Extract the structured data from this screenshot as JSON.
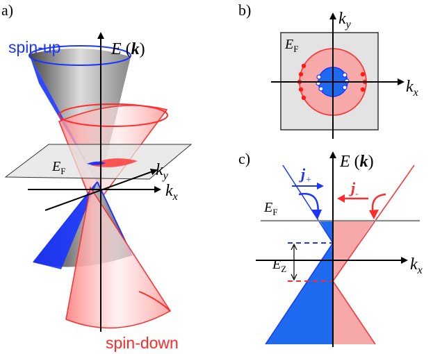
{
  "panel_a": {
    "label": "a)",
    "axis_e": "E",
    "axis_e_k": "k",
    "ky": "k",
    "ky_sub": "y",
    "kx": "k",
    "kx_sub": "x",
    "ef": "E",
    "ef_sub": "F",
    "spin_up": "spin-up",
    "spin_down": "spin-down"
  },
  "panel_b": {
    "label": "b)",
    "ky": "k",
    "ky_sub": "y",
    "kx": "k",
    "kx_sub": "x",
    "ef": "E",
    "ef_sub": "F"
  },
  "panel_c": {
    "label": "c)",
    "axis_e": "E",
    "axis_e_k": "k",
    "kx": "k",
    "kx_sub": "x",
    "ef": "E",
    "ef_sub": "F",
    "ez": "E",
    "ez_sub": "Z",
    "j_plus": "j",
    "j_plus_sub": "+",
    "j_minus": "j",
    "j_minus_sub": "-"
  },
  "colors": {
    "spin_up": "#1a35ff",
    "spin_down": "#ff2a2a",
    "pink_fill": "#f7a9a9",
    "blue_fill": "#1f6bf0",
    "gray_plane": "#e3e3e3"
  }
}
